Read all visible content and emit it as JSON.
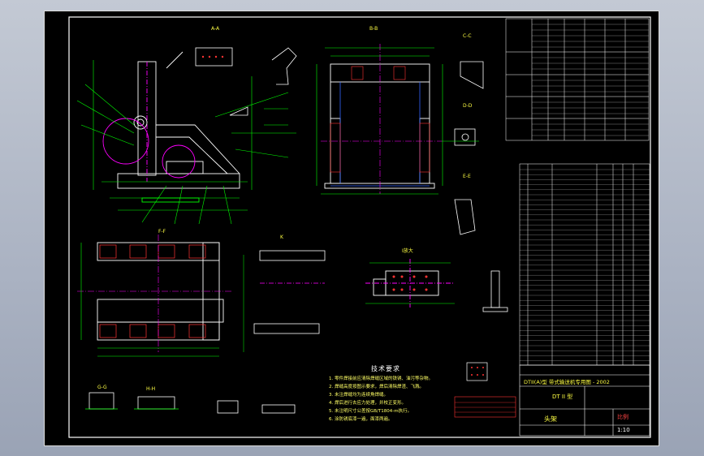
{
  "drawing": {
    "notes_title": "技术要求",
    "notes": [
      "1. 零件焊接前应清除焊缝区域的铁锈、油污等杂物。",
      "2. 焊缝高度按图示要求，焊后清除焊渣、飞溅。",
      "3. 未注焊缝均为连续角焊缝。",
      "4. 焊后进行去应力处理，并校正变形。",
      "5. 未注明尺寸公差按GB/T1804-m执行。",
      "6. 涂防锈底漆一遍，面漆两遍。"
    ],
    "title_block": {
      "main_title": "DTII(A)型  带式输送机专用图 - 2002",
      "drawing_name": "头架",
      "code": "DT II 型",
      "scale": "1:10",
      "stamp": "比例"
    },
    "view_labels": [
      "A-A",
      "B-B",
      "C-C",
      "D-D",
      "E-E",
      "F-F",
      "G-G",
      "H-H",
      "K",
      "I放大"
    ],
    "colors": {
      "sheet": "#000000",
      "outline": "#ffffff",
      "dimension": "#00ff00",
      "centerline": "#ff00ff",
      "hidden": "#0000ff",
      "part": "#ffffff",
      "text": "#ffff00",
      "table_red": "#ff3333"
    }
  }
}
